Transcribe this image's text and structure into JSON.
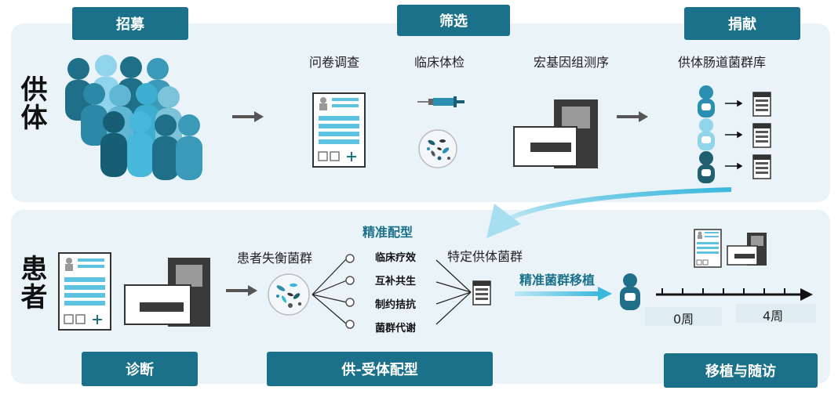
{
  "labels": {
    "donor": "供体",
    "patient": "患者"
  },
  "badges": {
    "recruit": "招募",
    "screen": "筛选",
    "donate": "捐献",
    "diagnose": "诊断",
    "matching": "供-受体配型",
    "transplant_followup": "移植与随访"
  },
  "donor_steps": {
    "questionnaire": "问卷调查",
    "physical_exam": "临床体检",
    "metagenome": "宏基因组测序",
    "fecal_bank": "供体肠道菌群库"
  },
  "patient_steps": {
    "dysbiosis": "患者失衡菌群",
    "precision_matching": "精准配型",
    "specific_donor": "特定供体菌群",
    "precision_transplant": "精准菌群移植"
  },
  "criteria": [
    "临床疗效",
    "互补共生",
    "制约拮抗",
    "菌群代谢"
  ],
  "timeline": {
    "week0": "0周",
    "week4": "4周"
  },
  "colors": {
    "badge": "#1b7189",
    "panel": "#e9f3f8",
    "accent": "#3ab8dc",
    "dark_device": "#3a3a3a"
  }
}
